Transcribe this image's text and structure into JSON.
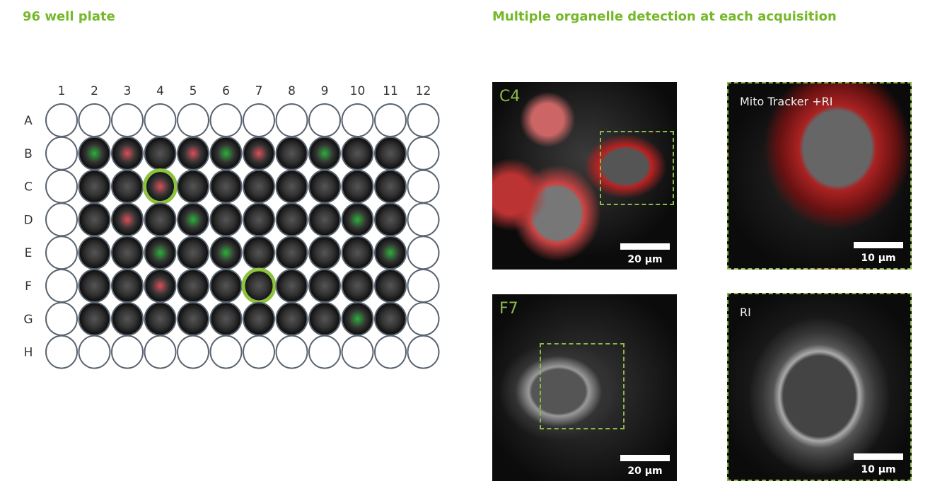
{
  "left_title": "96 well plate",
  "right_title": "Multiple organelle detection at each acquisition",
  "plate": {
    "columns": [
      "1",
      "2",
      "3",
      "4",
      "5",
      "6",
      "7",
      "8",
      "9",
      "10",
      "11",
      "12"
    ],
    "rows": [
      "A",
      "B",
      "C",
      "D",
      "E",
      "F",
      "G",
      "H"
    ],
    "wells": {
      "A": "eeeeeeeeeeee",
      "B": "egrkrgrkgkke",
      "C": "ekkrkkkkkkke",
      "D": "ekrkgkkkkgke",
      "E": "ekkgkgkkkkge",
      "F": "ekkrkkkkkkke",
      "G": "ekkkkkkkkgke",
      "H": "eeeeeeeeeeee"
    },
    "highlighted": [
      "C4",
      "F7"
    ],
    "colors": {
      "highlight": "#8cc23f",
      "outline": "#5a6470",
      "green": "#2fae3c",
      "red": "#d8505a",
      "gray": "#555555"
    }
  },
  "panels": {
    "c4": {
      "label": "C4",
      "scale": "20 µm"
    },
    "mito": {
      "label": "Mito Tracker +RI",
      "scale": "10 µm"
    },
    "f7": {
      "label": "F7",
      "scale": "20 µm"
    },
    "ri": {
      "label": "RI",
      "scale": "10 µm"
    }
  }
}
